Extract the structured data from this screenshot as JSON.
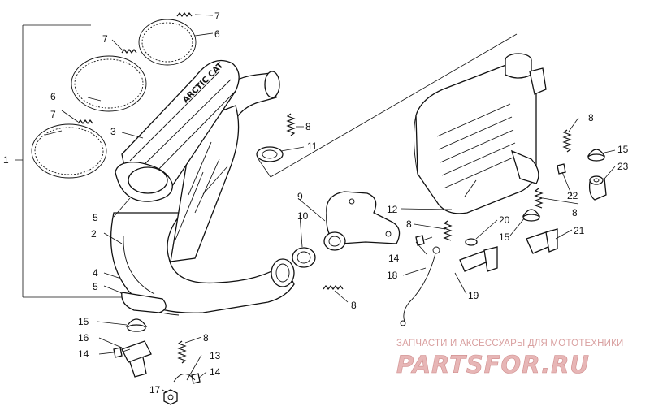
{
  "callouts": [
    {
      "id": "c1",
      "text": "1"
    },
    {
      "id": "c2",
      "text": "2"
    },
    {
      "id": "c3",
      "text": "3"
    },
    {
      "id": "c4",
      "text": "4"
    },
    {
      "id": "c5a",
      "text": "5"
    },
    {
      "id": "c5b",
      "text": "5"
    },
    {
      "id": "c6a",
      "text": "6"
    },
    {
      "id": "c6b",
      "text": "6"
    },
    {
      "id": "c7a",
      "text": "7"
    },
    {
      "id": "c7b",
      "text": "7"
    },
    {
      "id": "c7c",
      "text": "7"
    },
    {
      "id": "c8a",
      "text": "8"
    },
    {
      "id": "c8b",
      "text": "8"
    },
    {
      "id": "c8c",
      "text": "8"
    },
    {
      "id": "c8d",
      "text": "8"
    },
    {
      "id": "c8e",
      "text": "8"
    },
    {
      "id": "c8f",
      "text": "8"
    },
    {
      "id": "c9",
      "text": "9"
    },
    {
      "id": "c10",
      "text": "10"
    },
    {
      "id": "c11",
      "text": "11"
    },
    {
      "id": "c12",
      "text": "12"
    },
    {
      "id": "c13",
      "text": "13"
    },
    {
      "id": "c14a",
      "text": "14"
    },
    {
      "id": "c14b",
      "text": "14"
    },
    {
      "id": "c14c",
      "text": "14"
    },
    {
      "id": "c15a",
      "text": "15"
    },
    {
      "id": "c15b",
      "text": "15"
    },
    {
      "id": "c15c",
      "text": "15"
    },
    {
      "id": "c16",
      "text": "16"
    },
    {
      "id": "c17",
      "text": "17"
    },
    {
      "id": "c18",
      "text": "18"
    },
    {
      "id": "c19",
      "text": "19"
    },
    {
      "id": "c20",
      "text": "20"
    },
    {
      "id": "c21",
      "text": "21"
    },
    {
      "id": "c22",
      "text": "22"
    },
    {
      "id": "c23",
      "text": "23"
    }
  ],
  "muffler_brand": "ARCTIC CAT",
  "watermark": {
    "tagline": "ЗАПЧАСТИ И АКСЕССУАРЫ ДЛЯ МОТОТЕХНИКИ",
    "site": "PARTSFOR.RU"
  },
  "colors": {
    "line": "#111111",
    "watermark": "#e7b6b6"
  }
}
